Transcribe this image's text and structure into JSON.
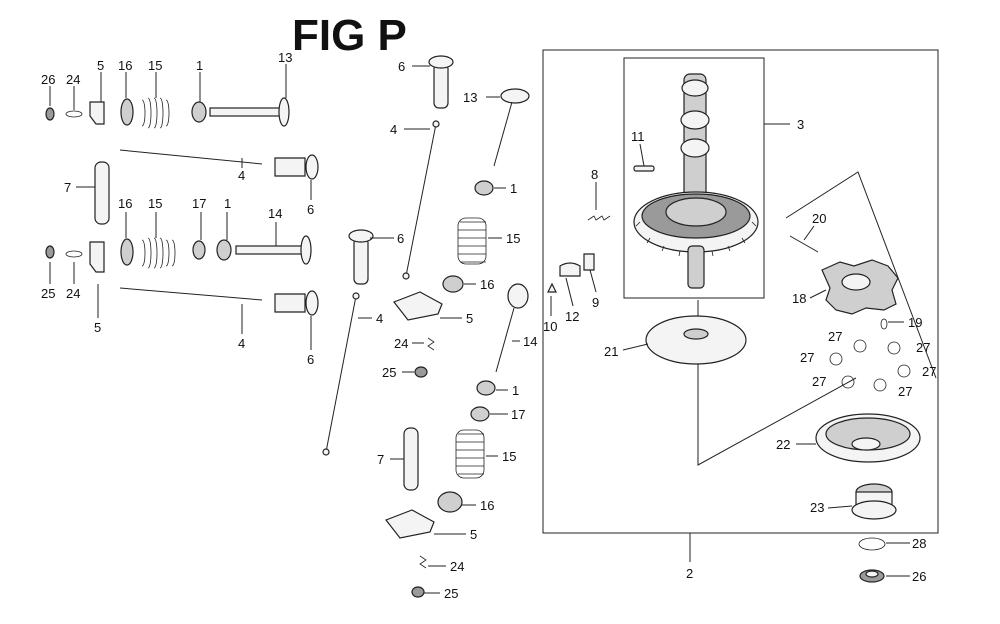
{
  "figure": {
    "title": "FIG P"
  },
  "callouts": {
    "l1": "26",
    "l2": "24",
    "l3": "5",
    "l4": "16",
    "l5": "15",
    "l6": "1",
    "l7": "13",
    "l8": "7",
    "l9": "4",
    "l10": "6",
    "l11": "16",
    "l12": "15",
    "l13": "17",
    "l14": "1",
    "l15": "14",
    "l16": "25",
    "l17": "24",
    "l18": "5",
    "l19": "4",
    "l20": "6",
    "m1": "6",
    "m2": "4",
    "m3": "13",
    "m4": "1",
    "m5": "15",
    "m6": "6",
    "m7": "16",
    "m8": "4",
    "m9": "5",
    "m10": "24",
    "m11": "25",
    "m12": "14",
    "m13": "1",
    "m14": "17",
    "m15": "15",
    "m16": "7",
    "m17": "16",
    "m18": "5",
    "m19": "24",
    "m20": "25",
    "c1": "8",
    "c2": "11",
    "c3": "3",
    "c4": "10",
    "c5": "12",
    "c6": "9",
    "c7": "21",
    "c8": "20",
    "c9": "18",
    "c10": "19",
    "c11": "27",
    "c12": "27",
    "c13": "27",
    "c14": "27",
    "c15": "27",
    "c16": "27",
    "c17": "22",
    "c18": "23",
    "c19": "28",
    "c20": "26",
    "c21": "2"
  }
}
